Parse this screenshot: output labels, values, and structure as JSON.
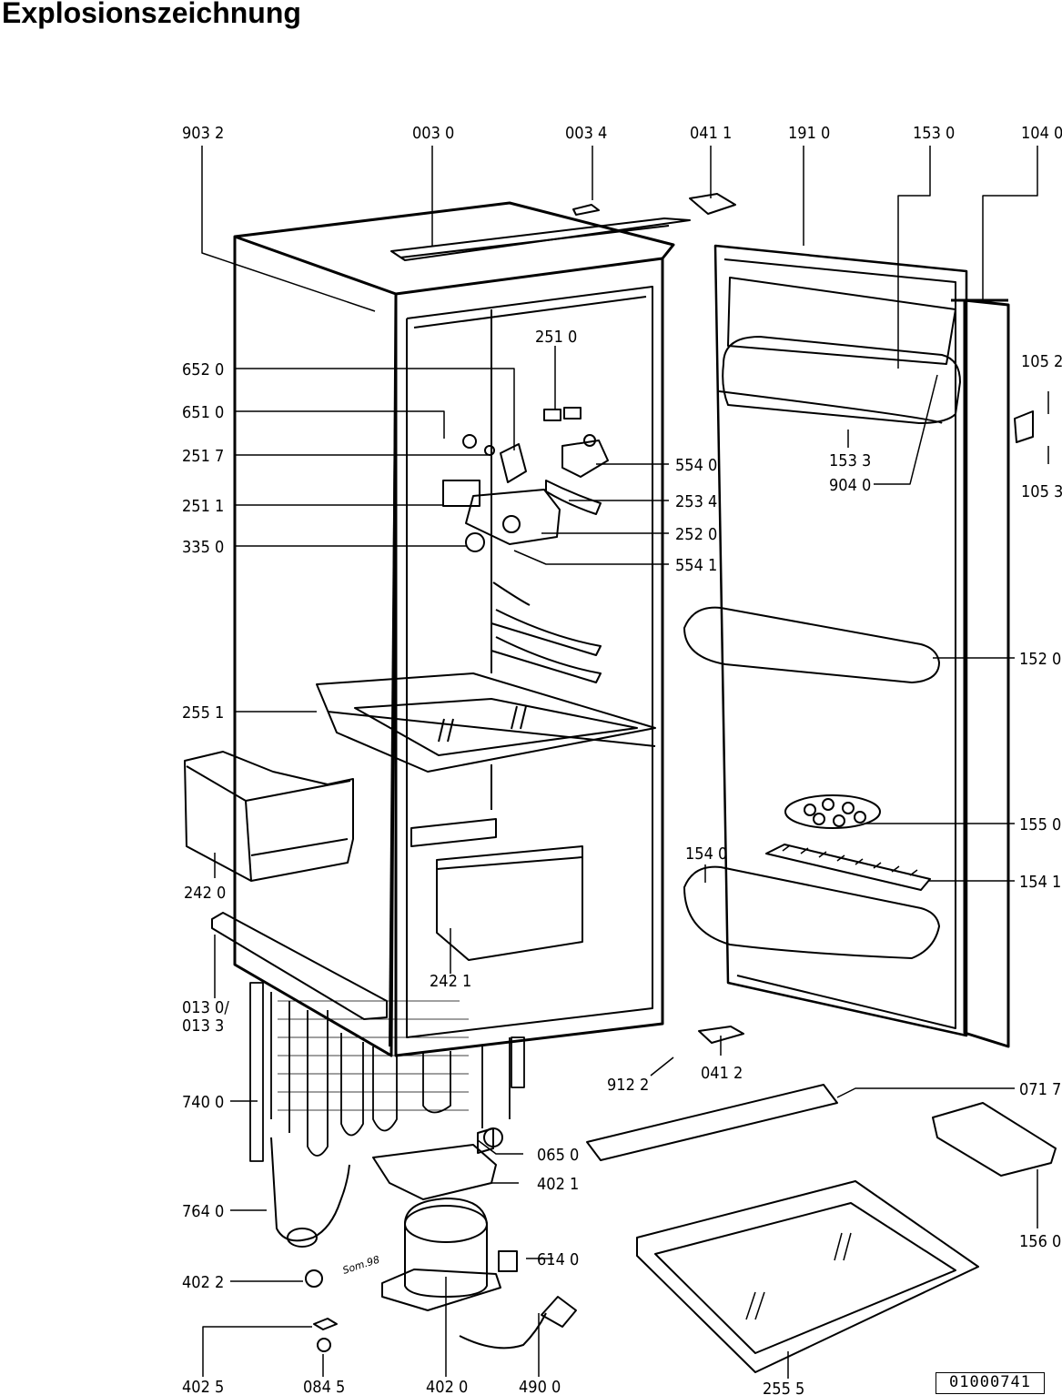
{
  "title": "Explosionszeichnung",
  "document_number": "01000741",
  "drawing_signature": "Som.98",
  "part_labels": [
    "903 2",
    "003 0",
    "003 4",
    "041 1",
    "191 0",
    "153 0",
    "104 0",
    "251 0",
    "652 0",
    "651 0",
    "251 7",
    "251 1",
    "335 0",
    "554 0",
    "253 4",
    "252 0",
    "554 1",
    "153 3",
    "904 0",
    "105 2",
    "105 3",
    "152 0",
    "255 1",
    "155 0",
    "154 0",
    "154 1",
    "242 0",
    "242 1",
    "013 0/",
    "013 3",
    "740 0",
    "764 0",
    "402 2",
    "402 5",
    "084 5",
    "402 0",
    "490 0",
    "614 0",
    "402 1",
    "065 0",
    "912 2",
    "041 2",
    "071 7",
    "156 0",
    "255 5"
  ]
}
